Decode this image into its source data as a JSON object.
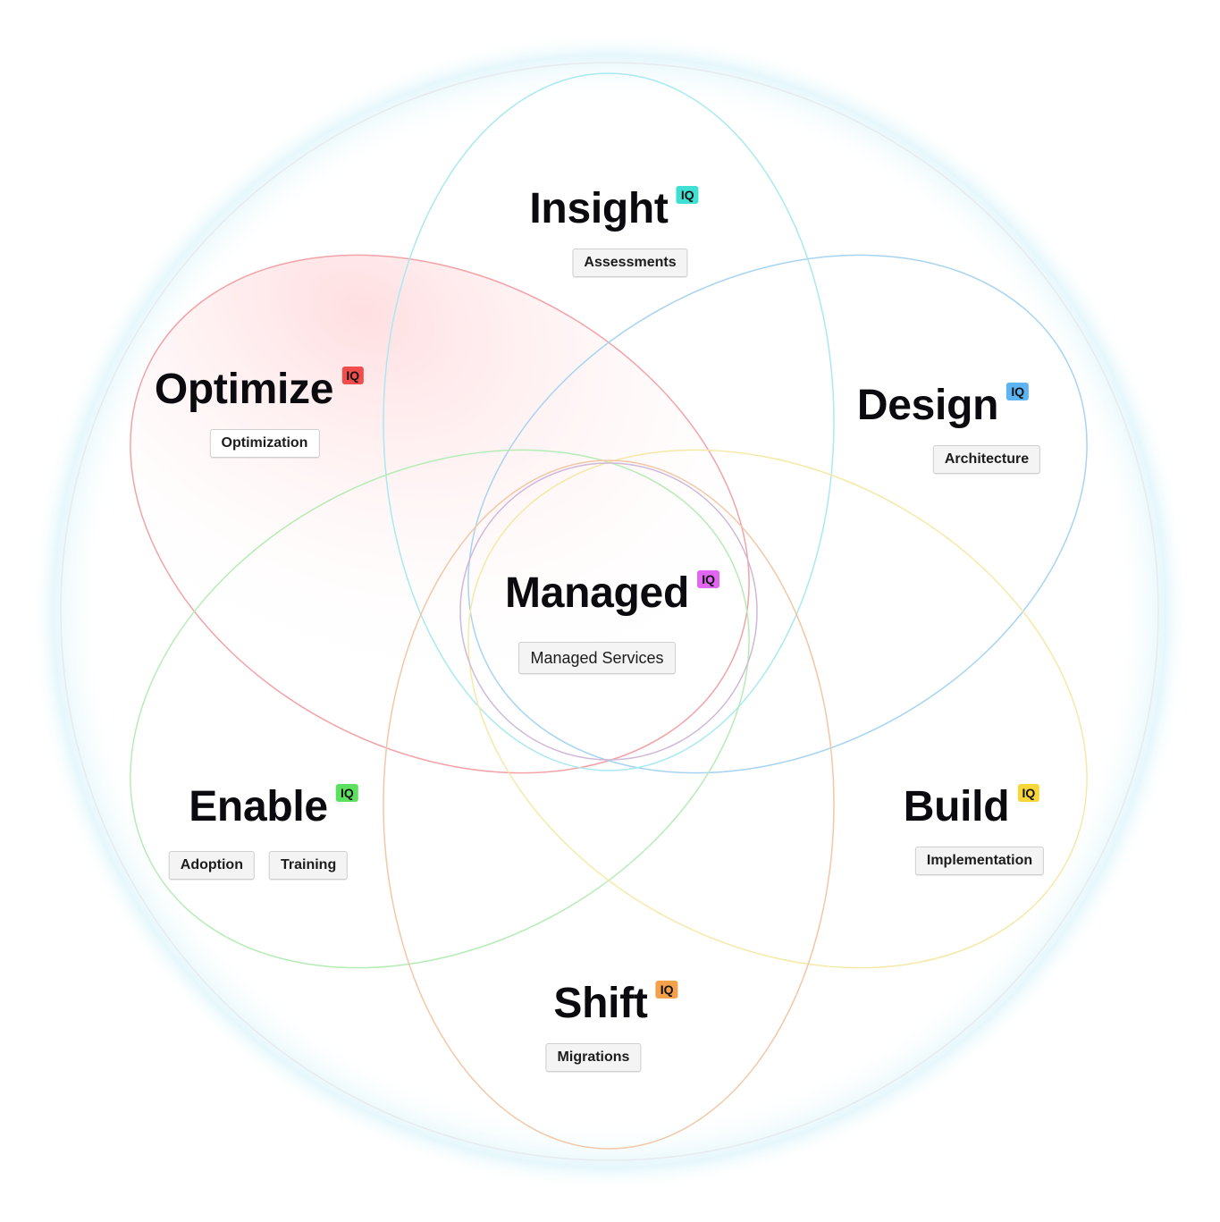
{
  "nodes": {
    "insight": {
      "title": "Insight",
      "badge": "IQ",
      "badge_color": "#3fe0d2",
      "ring_color": "#a9e9f0",
      "tags": [
        "Assessments"
      ]
    },
    "optimize": {
      "title": "Optimize",
      "badge": "IQ",
      "badge_color": "#f24d4d",
      "ring_color": "#f2a3a8",
      "tags": [
        "Optimization"
      ]
    },
    "design": {
      "title": "Design",
      "badge": "IQ",
      "badge_color": "#5cb4f2",
      "ring_color": "#a6d4f2",
      "tags": [
        "Architecture"
      ]
    },
    "managed": {
      "title": "Managed",
      "badge": "IQ",
      "badge_color": "#e066f0",
      "ring_color": "#cfb8d8",
      "tags": [
        "Managed Services"
      ]
    },
    "enable": {
      "title": "Enable",
      "badge": "IQ",
      "badge_color": "#5de05d",
      "ring_color": "#b5ecb5",
      "tags": [
        "Adoption",
        "Training"
      ]
    },
    "build": {
      "title": "Build",
      "badge": "IQ",
      "badge_color": "#f7d63a",
      "ring_color": "#f5e9a8",
      "tags": [
        "Implementation"
      ]
    },
    "shift": {
      "title": "Shift",
      "badge": "IQ",
      "badge_color": "#f5a04a",
      "ring_color": "#f2c7a6",
      "tags": [
        "Migrations"
      ]
    }
  },
  "outer_ring_color": "#e7eaee"
}
